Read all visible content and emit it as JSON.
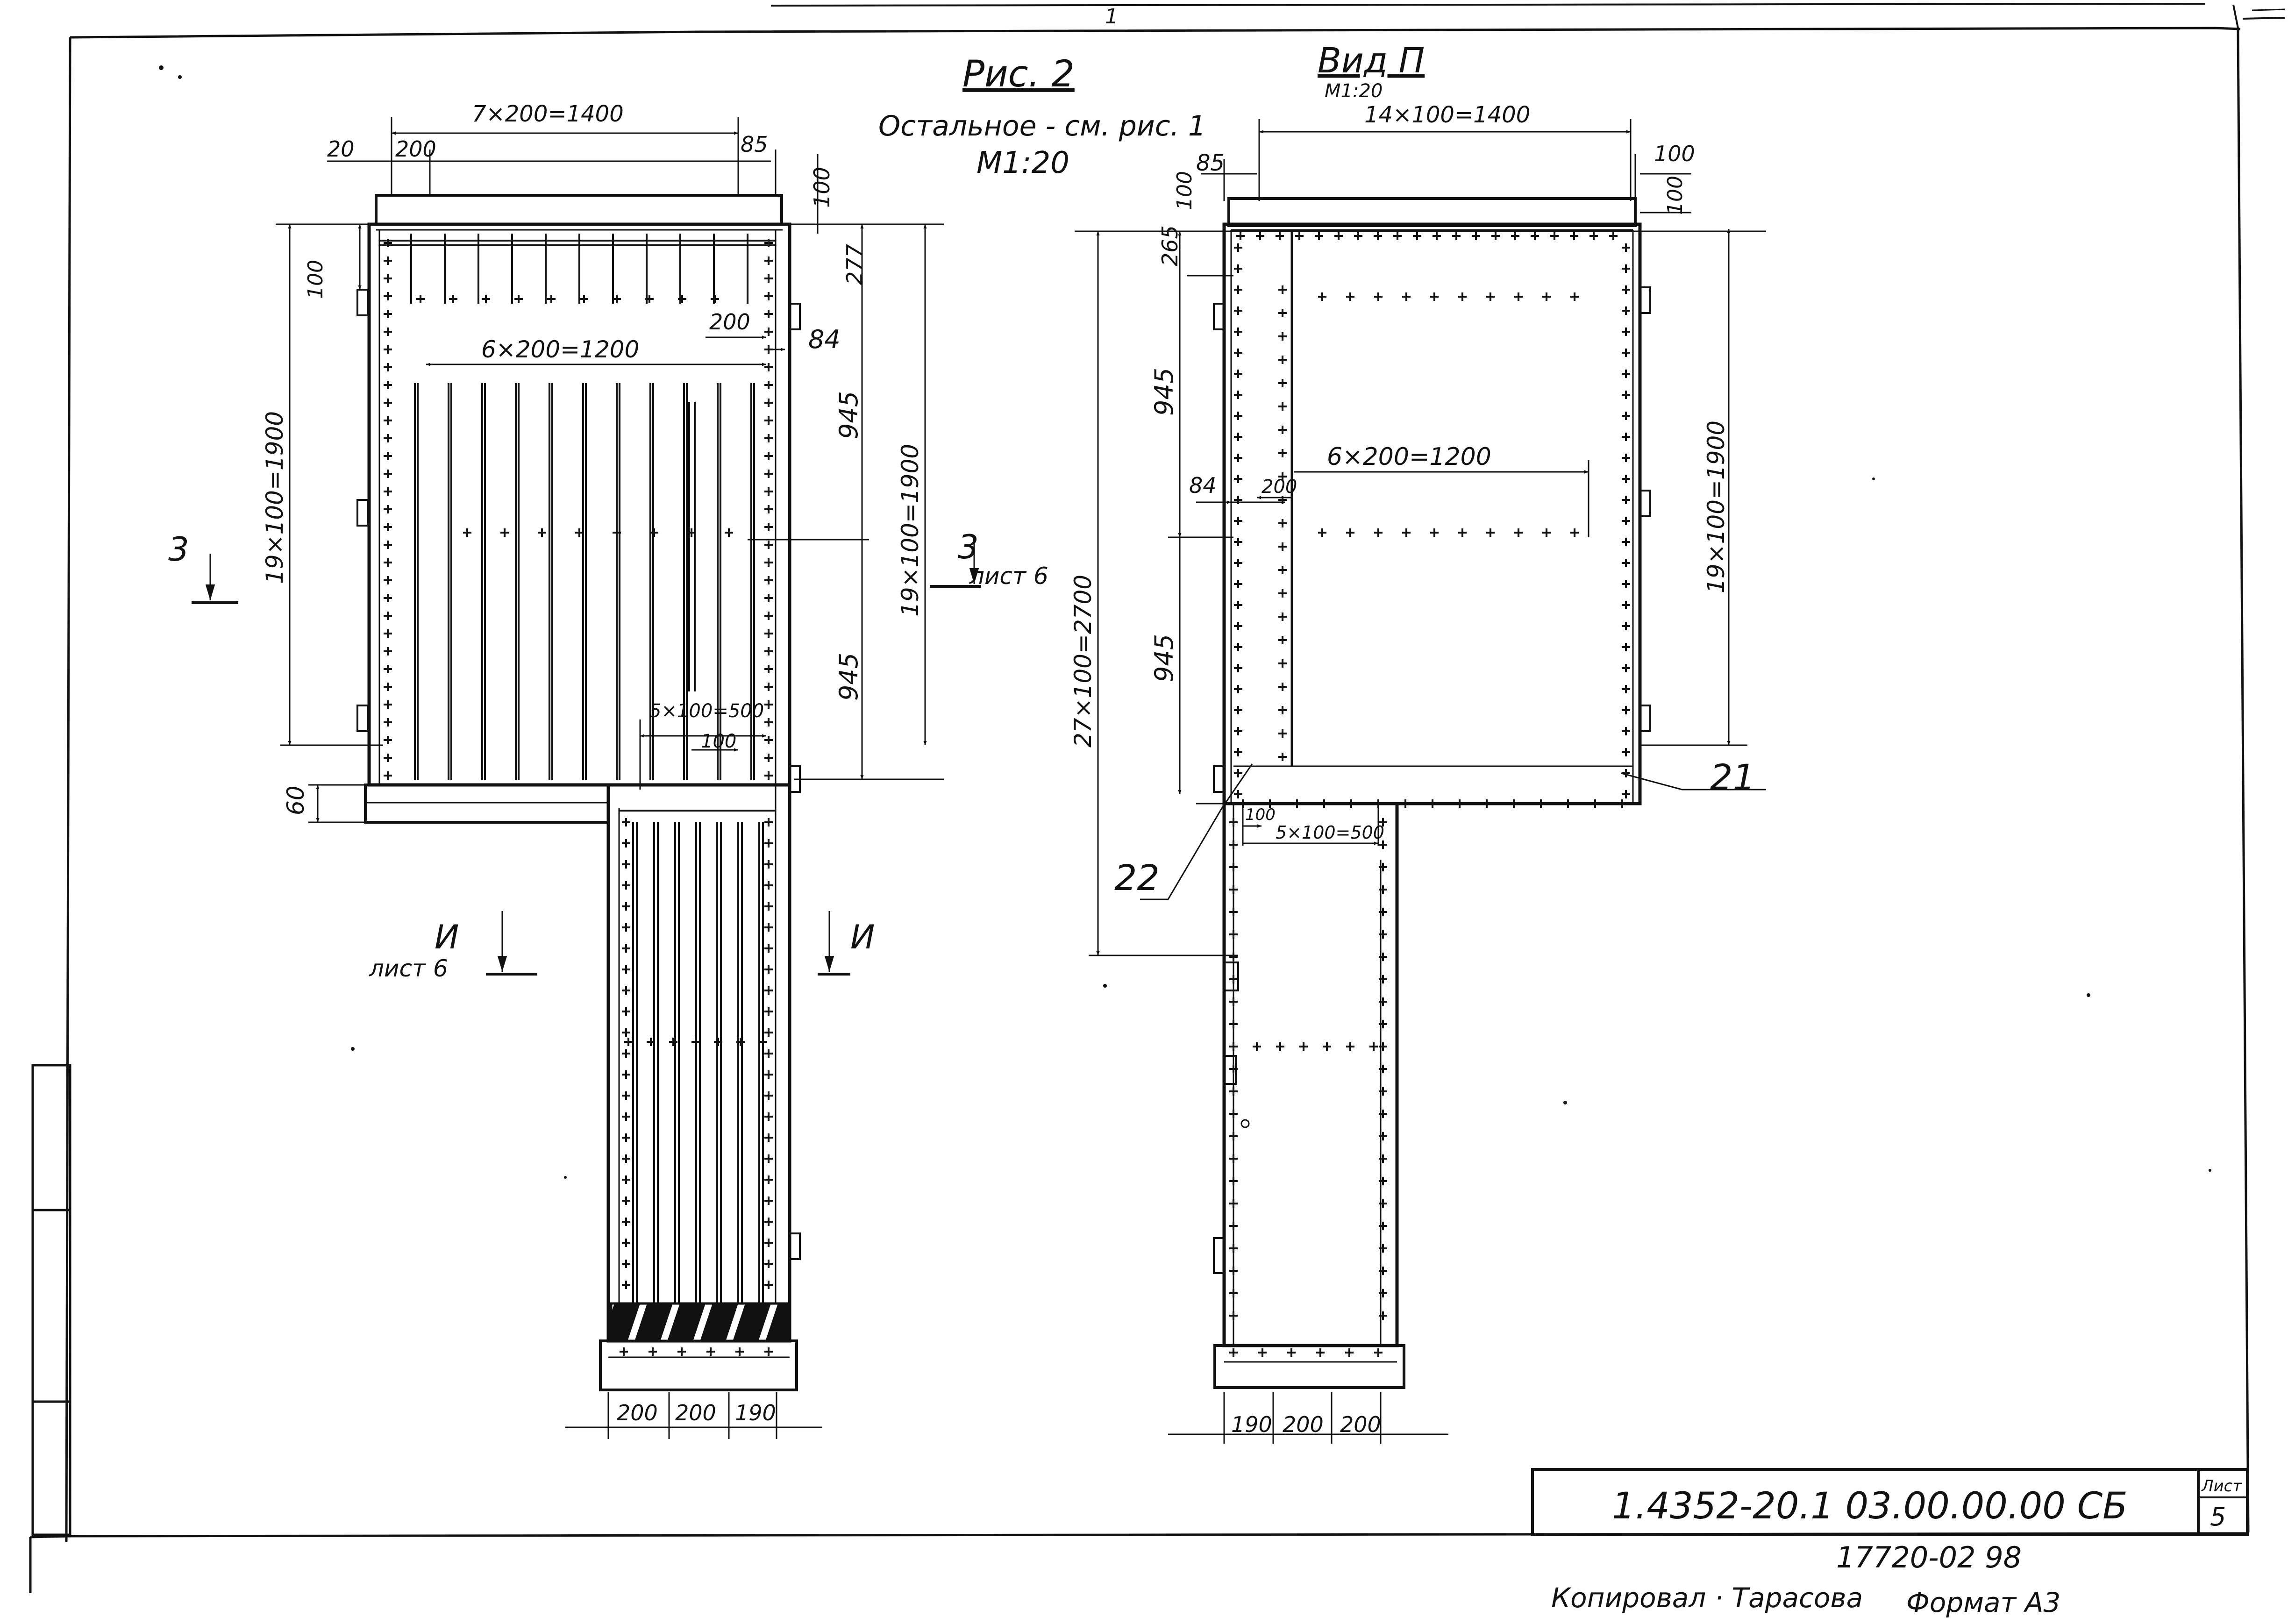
{
  "left_view": {
    "title": "Рис. 2",
    "note": "Остальное - см. рис. 1",
    "scale": "М1:20",
    "dim_top": "7×200=1400",
    "dim_20": "20",
    "dim_200_top": "200",
    "dim_85": "85",
    "dim_100_top": "100",
    "dim_277": "277",
    "dim_100_left": "100",
    "dim_200_inner": "200",
    "dim_84": "84",
    "dim_inner_spacing": "6×200=1200",
    "dim_left_height": "19×100=1900",
    "dim_945_upper": "945",
    "dim_right_height": "19×100=1900",
    "dim_945_lower": "945",
    "dim_5x100": "5×100=500",
    "dim_100_small": "100",
    "dim_60": "60",
    "section_3_left": "3",
    "section_3_right": "3",
    "section_3_sheet": "лист 6",
    "section_I_left": "И",
    "section_I_left_sheet": "лист 6",
    "section_I_right": "И",
    "dim_bottom": [
      "200",
      "200",
      "190"
    ]
  },
  "right_view": {
    "title": "Вид П",
    "scale": "М1:20",
    "dim_top": "14×100=1400",
    "dim_85": "85",
    "dim_100_tr": "100",
    "dim_100_tl": "100",
    "dim_100_r2": "100",
    "dim_265": "265",
    "dim_945_upper": "945",
    "dim_84": "84",
    "dim_200": "200",
    "dim_inner_spacing": "6×200=1200",
    "dim_945_lower": "945",
    "dim_overall_height": "27×100=2700",
    "dim_right_height": "19×100=1900",
    "dim_100_bottom": "100",
    "dim_5x100": "5×100=500",
    "callout_21": "21",
    "callout_22": "22",
    "dim_bottom": [
      "190",
      "200",
      "200"
    ]
  },
  "title_block": {
    "doc_number": "1.4352-20.1 03.00.00.00 СБ",
    "sheet_label": "Лист",
    "sheet_number": "5"
  },
  "footer": {
    "archive_number": "17720-02 98",
    "copied_by": "Копировал · Тарасова",
    "format": "Формат А3"
  },
  "top_mark": "1"
}
